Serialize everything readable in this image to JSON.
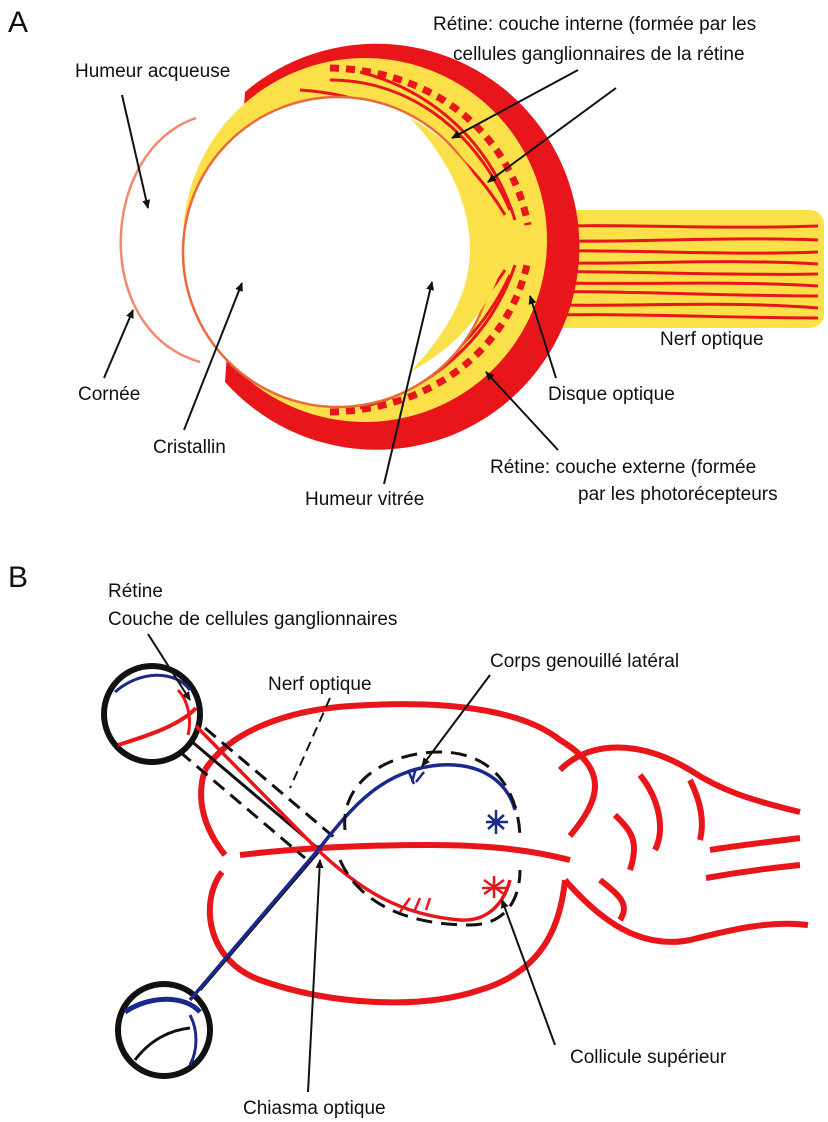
{
  "panel_a": {
    "letter": "A",
    "labels": {
      "humeur_acqueuse": "Humeur acqueuse",
      "retine_interne_1": "Rétine: couche interne (formée par les",
      "retine_interne_2": "cellules ganglionnaires de la rétine",
      "nerf_optique": "Nerf optique",
      "disque_optique": "Disque optique",
      "cornee": "Cornée",
      "cristallin": "Cristallin",
      "humeur_vitree": "Humeur vitrée",
      "retine_externe_1": "Rétine:  couche externe (formée",
      "retine_externe_2": "par les photorécepteurs"
    }
  },
  "panel_b": {
    "letter": "B",
    "labels": {
      "retine_1": "Rétine",
      "retine_2": "Couche de cellules ganglionnaires",
      "nerf_optique": "Nerf optique",
      "corps_genouille": "Corps genouillé latéral",
      "collicule": "Collicule supérieur",
      "chiasma": "Chiasma optique"
    }
  },
  "colors": {
    "red": "#e8161b",
    "yellow": "#fce04a",
    "blue": "#1a2a8c",
    "black": "#111111",
    "cornea": "#f08a6a"
  }
}
